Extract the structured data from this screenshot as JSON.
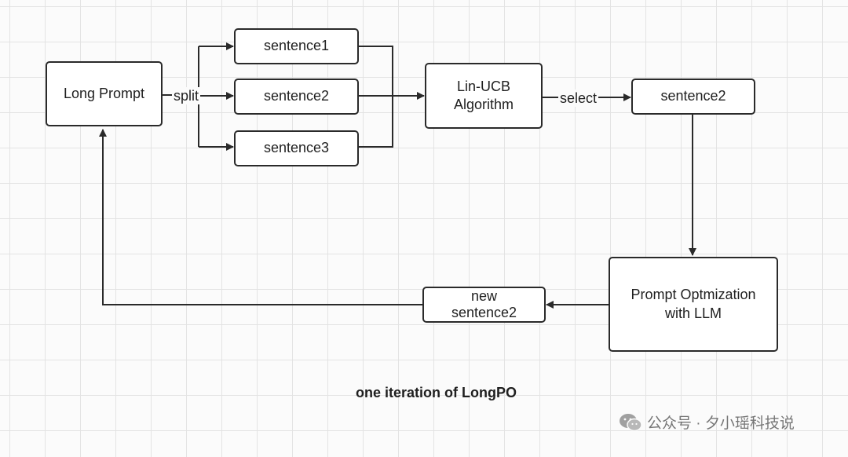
{
  "diagram": {
    "nodes": {
      "long_prompt": "Long Prompt",
      "sentence1": "sentence1",
      "sentence2": "sentence2",
      "sentence3": "sentence3",
      "lin_ucb": "Lin-UCB\nAlgorithm",
      "selected_sentence": "sentence2",
      "prompt_optimization": "Prompt Optmization\nwith LLM",
      "new_sentence": "new\nsentence2"
    },
    "edge_labels": {
      "split": "split",
      "select": "select"
    },
    "caption": "one iteration of LongPO"
  },
  "watermark": {
    "text": "公众号 · 夕小瑶科技说",
    "icon": "wechat-icon"
  }
}
